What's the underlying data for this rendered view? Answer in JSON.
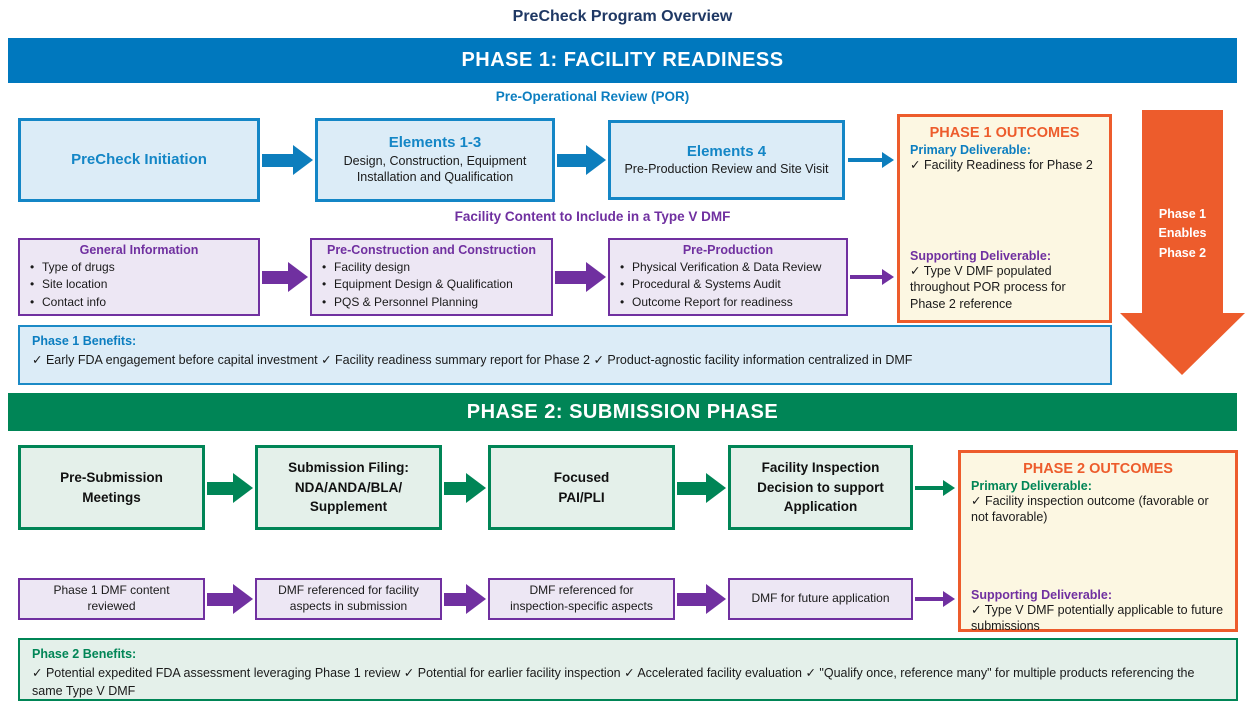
{
  "title": "PreCheck Program Overview",
  "colors": {
    "blue": "#0078BE",
    "light_blue": "#DCECF7",
    "green": "#008556",
    "light_green": "#E4F0EA",
    "purple": "#7030A0",
    "light_purple": "#EDE7F4",
    "orange": "#ED5C2C",
    "cream": "#FCF7E2",
    "navy": "#1F3864"
  },
  "phase1": {
    "banner": "PHASE 1: FACILITY READINESS",
    "por_heading": "Pre-Operational Review (POR)",
    "dmf_heading": "Facility Content to Include in a Type V DMF",
    "por_boxes": [
      {
        "title": "PreCheck Initiation",
        "body": ""
      },
      {
        "title": "Elements 1-3",
        "body": "Design, Construction, Equipment Installation and Qualification"
      },
      {
        "title": "Elements 4",
        "body": "Pre-Production Review and Site Visit"
      }
    ],
    "dmf_boxes": [
      {
        "title": "General Information",
        "bullets": [
          "Type of drugs",
          "Site location",
          "Contact info"
        ]
      },
      {
        "title": "Pre-Construction and Construction",
        "bullets": [
          "Facility design",
          "Equipment Design & Qualification",
          "PQS & Personnel Planning"
        ]
      },
      {
        "title": "Pre-Production",
        "bullets": [
          "Physical Verification & Data Review",
          "Procedural & Systems Audit",
          "Outcome Report for readiness"
        ]
      }
    ],
    "outcomes": {
      "title": "PHASE 1 OUTCOMES",
      "primary_label": "Primary Deliverable:",
      "primary_text": "✓ Facility Readiness for Phase 2",
      "supporting_label": "Supporting Deliverable:",
      "supporting_text": "✓ Type V DMF populated throughout POR process for Phase 2 reference"
    },
    "enabler_arrow_text": "Phase 1\nEnables\nPhase 2",
    "benefits": {
      "label": "Phase 1 Benefits:",
      "text": "✓ Early FDA engagement before capital investment  ✓ Facility readiness summary report for Phase 2 ✓ Product-agnostic facility information centralized in DMF"
    }
  },
  "phase2": {
    "banner": "PHASE 2: SUBMISSION PHASE",
    "submission_boxes": [
      "Pre-Submission\nMeetings",
      "Submission Filing:\nNDA/ANDA/BLA/\nSupplement",
      "Focused\nPAI/PLI",
      "Facility Inspection\nDecision to support\nApplication"
    ],
    "dmf_boxes": [
      "Phase 1 DMF content\nreviewed",
      "DMF referenced for facility\naspects in submission",
      "DMF referenced for\ninspection-specific aspects",
      "DMF for future application"
    ],
    "outcomes": {
      "title": "PHASE 2 OUTCOMES",
      "primary_label": "Primary Deliverable:",
      "primary_text": "✓ Facility inspection outcome (favorable or not favorable)",
      "supporting_label": "Supporting Deliverable:",
      "supporting_text": "✓ Type V DMF potentially applicable to future submissions"
    },
    "benefits": {
      "label": "Phase 2 Benefits:",
      "text": "✓ Potential expedited FDA assessment leveraging Phase 1 review  ✓ Potential for earlier facility inspection ✓ Accelerated facility evaluation ✓ \"Qualify once, reference many\" for multiple products referencing the same Type V DMF"
    }
  }
}
